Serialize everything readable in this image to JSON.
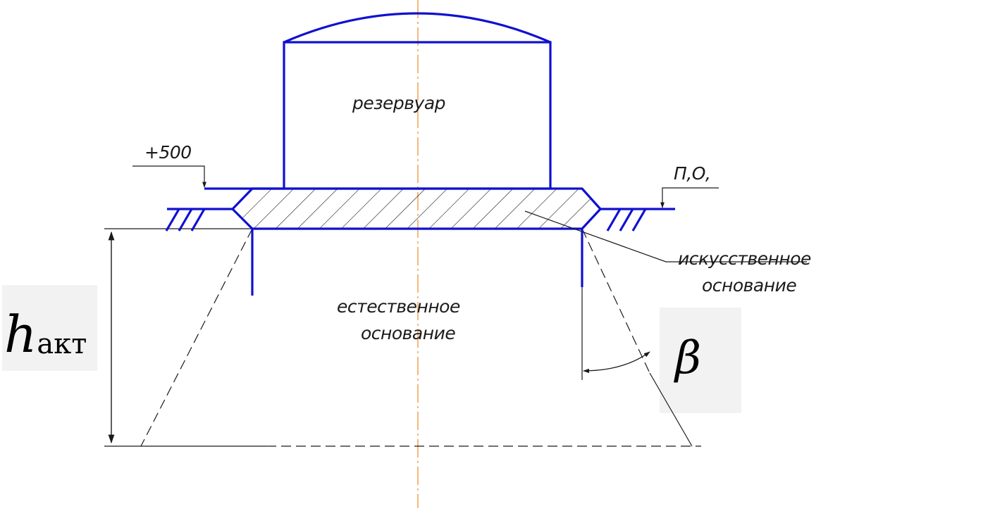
{
  "labels": {
    "tank": "резервуар",
    "elevation": "+500",
    "ground_level": "П,О,",
    "artificial_base_line1": "искусственное",
    "artificial_base_line2": "основание",
    "natural_base_line1": "естественное",
    "natural_base_line2": "основание",
    "h_main": "h",
    "h_sub": "акт",
    "beta": "β"
  },
  "colors": {
    "structure": "#1010d0",
    "axis": "#f0a050",
    "thin_line": "#1a1a1a",
    "math_background": "#f2f2f2"
  }
}
